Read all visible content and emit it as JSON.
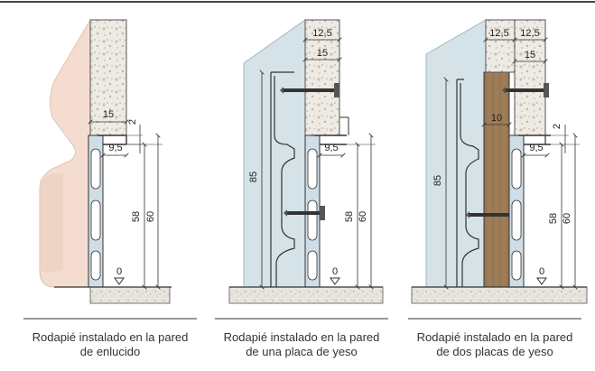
{
  "top_rule_color": "#444444",
  "colors": {
    "plaster": "#f4ddd0",
    "plaster_edge": "#e9c9b6",
    "plasterboard": "#d5e3e8",
    "stone": "#e6e2dc",
    "wood": "#9a7a57",
    "skirting_blue": "#cfdde6",
    "floor": "#e2ded8",
    "line": "#333333"
  },
  "panels": [
    {
      "name": "enlucido",
      "caption": [
        "Rodapié instalado en la pared",
        "de enlucido"
      ],
      "dims": {
        "top_width": "15",
        "gap": "2",
        "lip": "9,5",
        "h_inner": "58",
        "h_outer": "60",
        "floor_ref": "0"
      }
    },
    {
      "name": "una-placa",
      "caption": [
        "Rodapié instalado en la pared",
        "de una placa de yeso"
      ],
      "dims": {
        "board_1": "12,5",
        "board_total": "15",
        "profile_height": "85",
        "lip": "9,5",
        "h_inner": "58",
        "h_outer": "60",
        "floor_ref": "0"
      }
    },
    {
      "name": "dos-placas",
      "caption": [
        "Rodapié instalado en la pared",
        "de dos placas de yeso"
      ],
      "dims": {
        "board_1": "12,5",
        "board_2": "12,5",
        "board_total": "15",
        "stud": "10",
        "gap": "2",
        "profile_height": "85",
        "lip": "9,5",
        "h_inner": "58",
        "h_outer": "60",
        "floor_ref": "0"
      }
    }
  ]
}
